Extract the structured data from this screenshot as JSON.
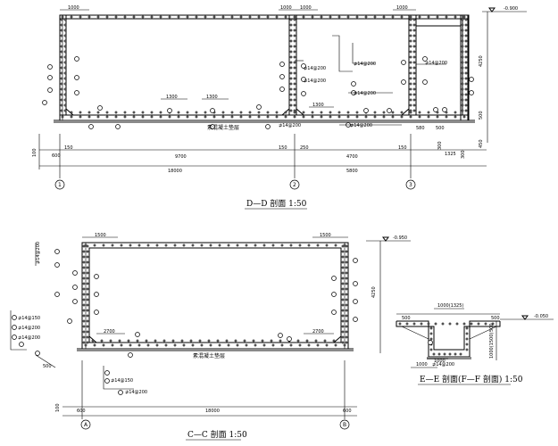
{
  "sections": {
    "dd": {
      "title": "D—D 剖面 1:50",
      "top_dims": [
        "1000",
        "1000",
        "1000",
        "1000"
      ],
      "mid_dims": [
        "1300",
        "1300",
        "1300"
      ],
      "bottom_dims_row1": [
        "600",
        "150",
        "9700",
        "150",
        "250",
        "4700",
        "150",
        "300",
        "1325",
        "300"
      ],
      "bottom_dims_row2": [
        "18000",
        "5800"
      ],
      "left_dim": "100",
      "right_dims": [
        "4250",
        "500",
        "450"
      ],
      "elev": "-0.900",
      "callouts": [
        "⊉14@200",
        "⊉14@200",
        "⊉14@200",
        "⊉14@200",
        "⊉14@200",
        "⊉14@200",
        "⊉14@200"
      ],
      "plate_label": "素混凝土垫层",
      "axis_labels": [
        "1",
        "2",
        "3"
      ],
      "extra_dims": [
        "580",
        "500"
      ]
    },
    "cc": {
      "title": "C—C 剖面 1:50",
      "top_dims": [
        "1500",
        "1500"
      ],
      "mid_dims": [
        "2700",
        "2700"
      ],
      "bottom_dims_row1": [
        "600",
        "600"
      ],
      "bottom_dims_row2": [
        "18000"
      ],
      "left_dim": "100",
      "right_dims": [
        "4250"
      ],
      "elev": "-0.950",
      "callouts": [
        "⊉14@200",
        "⊉14@150",
        "⊉14@200",
        "⊉14@200",
        "⊉14@150",
        "⊉14@200"
      ],
      "plate_label": "素混凝土垫层",
      "axis_labels": [
        "A",
        "B"
      ],
      "left_dims": [
        "500"
      ]
    },
    "ee": {
      "title": "E—E 剖面(F—F 剖面) 1:50",
      "top_dims": [
        "500",
        "1000(1325)",
        "500"
      ],
      "bottom_dims": [
        "1000",
        "1000"
      ],
      "right_dims": [
        "1000(1500)",
        "500"
      ],
      "elev": "-0.050",
      "callouts": [
        "⊉14@200"
      ]
    }
  }
}
